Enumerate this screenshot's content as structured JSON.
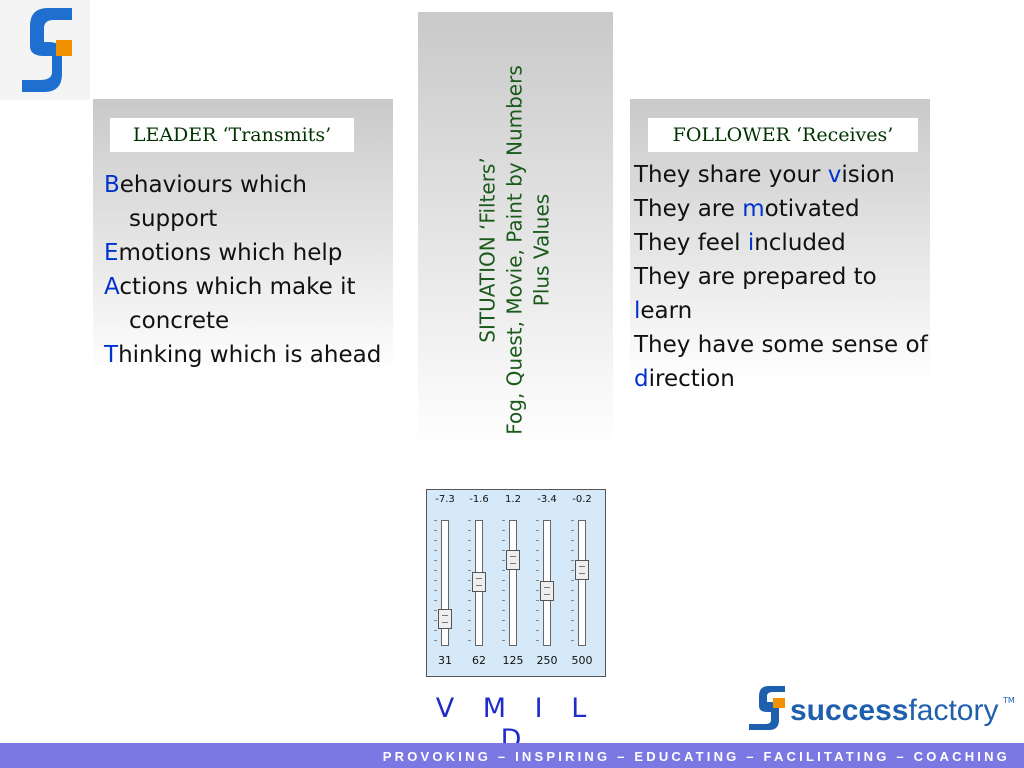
{
  "leader": {
    "label": "LEADER ‘Transmits’",
    "items": [
      {
        "cap": "B",
        "rest": "ehaviours which support"
      },
      {
        "cap": "E",
        "rest": "motions which help"
      },
      {
        "cap": "A",
        "rest": "ctions which make it concrete"
      },
      {
        "cap": "T",
        "rest": "hinking which is ahead"
      }
    ]
  },
  "situation": {
    "line1": "SITUATION ‘Filters’",
    "line2": "Fog, Quest, Movie, Paint by Numbers",
    "line3": "Plus Values"
  },
  "follower": {
    "label": "FOLLOWER ‘Receives’",
    "items": [
      {
        "pre": "They share your ",
        "cap": "v",
        "rest": "ision"
      },
      {
        "pre": "They are ",
        "cap": "m",
        "rest": "otivated"
      },
      {
        "pre": "They feel ",
        "cap": "i",
        "rest": "ncluded"
      },
      {
        "pre": "They are prepared to ",
        "cap": "l",
        "rest": "earn"
      },
      {
        "pre": "They have some sense of ",
        "cap": "d",
        "rest": "irection"
      }
    ]
  },
  "equalizer": {
    "bands": [
      {
        "value": "-7.3",
        "freq": "31",
        "level": 0.2
      },
      {
        "value": "-1.6",
        "freq": "62",
        "level": 0.5
      },
      {
        "value": "1.2",
        "freq": "125",
        "level": 0.68
      },
      {
        "value": "-3.4",
        "freq": "250",
        "level": 0.43
      },
      {
        "value": "-0.2",
        "freq": "500",
        "level": 0.6
      }
    ]
  },
  "vmild": "V M I L D",
  "brand": {
    "bold": "success",
    "light": "factory",
    "tm": "TM"
  },
  "footer": "PROVOKING – INSPIRING – EDUCATING – FACILITATING – COACHING",
  "colors": {
    "accent_blue": "#0033cc",
    "brand_blue": "#1e5fae",
    "brand_orange": "#f39200",
    "footer_bg": "#7b78e3",
    "situation_green": "#1a5a1a"
  }
}
